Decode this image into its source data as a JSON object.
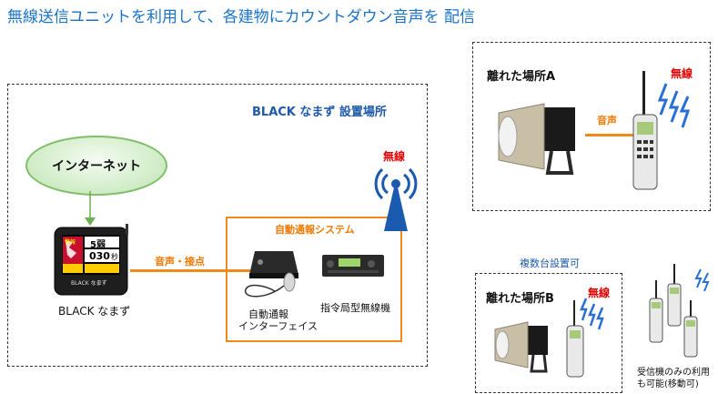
{
  "title": "無線送信ユニットを利用して、各建物にカウントダウン音声を 配信",
  "main_area": {
    "label": "BLACK なまず 設置場所"
  },
  "internet": {
    "label": "インターネット"
  },
  "device": {
    "name": "BLACK なまず",
    "screen_badge": "警報",
    "screen_intensity": "5弱",
    "screen_countdown": "030",
    "screen_unit": "秒",
    "screen_brand": "BLACK なまず"
  },
  "link_label": "音声・接点",
  "auto_system": {
    "label": "自動通報システム",
    "interface_label_line1": "自動通報",
    "interface_label_line2": "インターフェイス",
    "radio_label": "指令局型無線機"
  },
  "antenna_label": "無線",
  "remote_a": {
    "label": "離れた場所A",
    "wireless": "無線",
    "audio": "音声"
  },
  "multiple_note": "複数台設置可",
  "remote_b": {
    "label": "離れた場所B",
    "wireless": "無線"
  },
  "receiver_note_line1": "受信機のみの利用",
  "receiver_note_line2": "も可能(移動可)",
  "colors": {
    "title": "#1a73c9",
    "accent_orange": "#f08a1c",
    "wireless_red": "#e00000",
    "signal_blue": "#2a6fd6",
    "tower_blue": "#1a5bb0"
  }
}
